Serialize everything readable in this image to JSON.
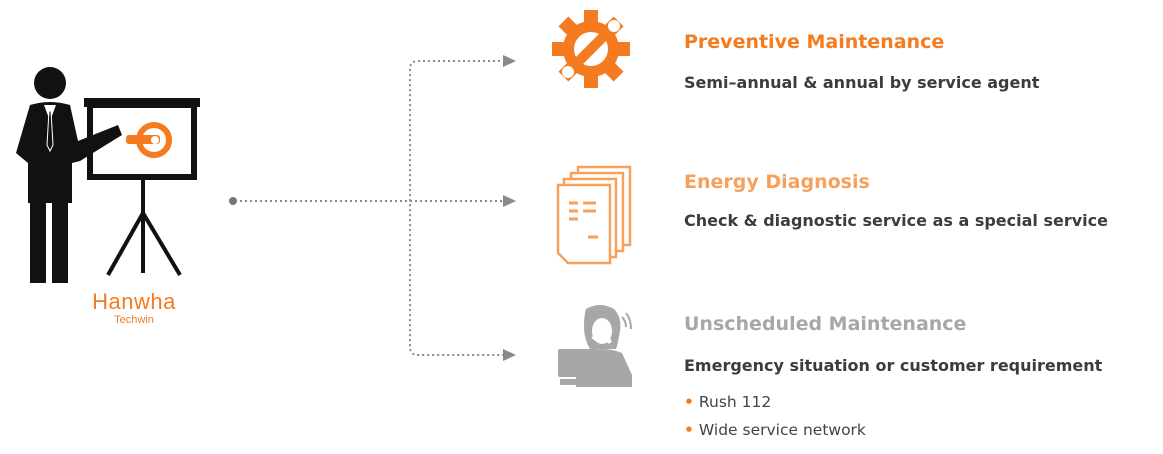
{
  "colors": {
    "accent": "#f47b20",
    "accent_light": "#f7a05a",
    "muted": "#a7a7a7",
    "text": "#3c3c3c",
    "dark": "#111111"
  },
  "brand": {
    "name": "Hanwha",
    "sub": "Techwin"
  },
  "items": [
    {
      "icon": "gear-wrench-icon",
      "title": "Preventive Maintenance",
      "desc": "Semi–annual & annual by service agent"
    },
    {
      "icon": "documents-icon",
      "title": "Energy Diagnosis",
      "desc": "Check & diagnostic service as a special service"
    },
    {
      "icon": "call-center-agent-icon",
      "title": "Unscheduled Maintenance",
      "desc": "Emergency situation or customer requirement",
      "bullets": [
        "Rush 112",
        "Wide service network"
      ]
    }
  ]
}
